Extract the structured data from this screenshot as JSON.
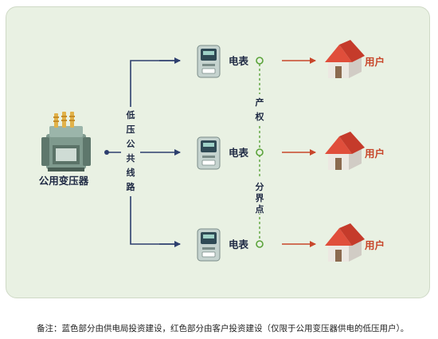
{
  "diagram": {
    "transformer_label": "公用变压器",
    "line_label": [
      "低",
      "压",
      "公",
      "共",
      "线",
      "路"
    ],
    "meter_label": "电表",
    "user_label": "用户",
    "boundary_label": [
      "产",
      "权",
      "分",
      "界",
      "点"
    ],
    "colors": {
      "blue_line": "#2d3f6e",
      "red_line": "#c8472b",
      "green_dashed": "#5aa33a",
      "panel_bg": "#e9f1e3"
    },
    "branches": [
      {
        "meter": "电表",
        "user": "用户"
      },
      {
        "meter": "电表",
        "user": "用户"
      },
      {
        "meter": "电表",
        "user": "用户"
      }
    ]
  },
  "footnote": "备注：蓝色部分由供电局投资建设，红色部分由客户投资建设（仅限于公用变压器供电的低压用户）。"
}
